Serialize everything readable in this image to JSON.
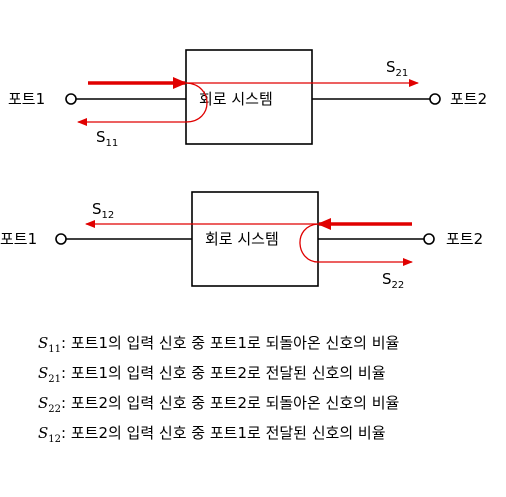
{
  "diagram": {
    "top": {
      "port_left": "포트1",
      "port_right": "포트2",
      "box_label": "회로 시스템",
      "transmitted_symbol": "S",
      "transmitted_sub": "21",
      "reflected_symbol": "S",
      "reflected_sub": "11"
    },
    "bottom": {
      "port_left": "포트1",
      "port_right": "포트2",
      "box_label": "회로 시스템",
      "transmitted_symbol": "S",
      "transmitted_sub": "12",
      "reflected_symbol": "S",
      "reflected_sub": "22"
    },
    "colors": {
      "signal": "#e00000",
      "line": "#000000"
    }
  },
  "legend": [
    {
      "symbol": "S",
      "sub": "11",
      "text": ": 포트1의 입력 신호 중 포트1로 되돌아온 신호의 비율"
    },
    {
      "symbol": "S",
      "sub": "21",
      "text": ": 포트1의 입력 신호 중 포트2로 전달된 신호의 비율"
    },
    {
      "symbol": "S",
      "sub": "22",
      "text": ": 포트2의 입력 신호 중 포트2로 되돌아온 신호의 비율"
    },
    {
      "symbol": "S",
      "sub": "12",
      "text": ": 포트2의 입력 신호 중 포트1로 전달된 신호의 비율"
    }
  ]
}
